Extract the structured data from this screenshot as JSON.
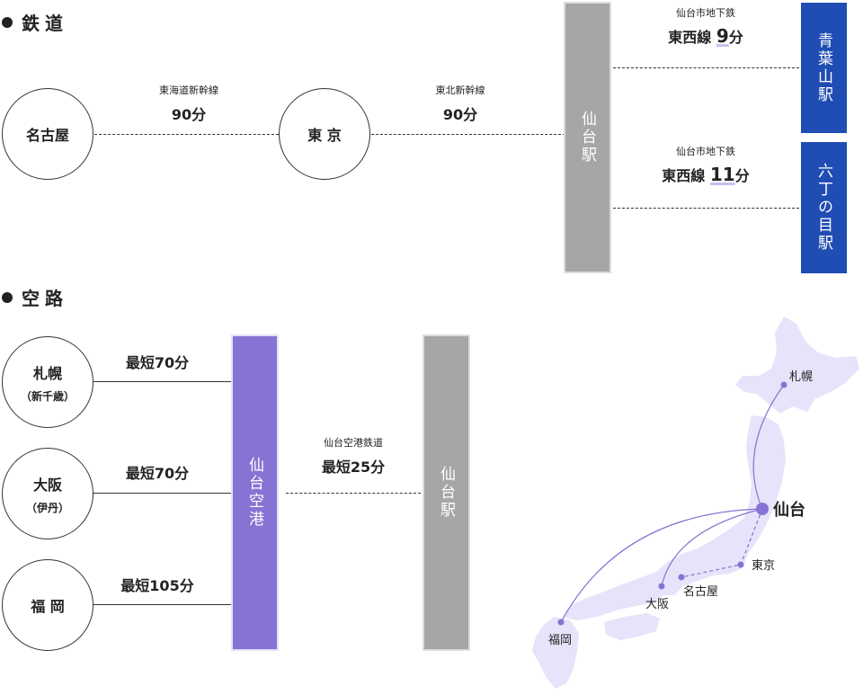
{
  "rail": {
    "title": "鉄道",
    "stations": {
      "nagoya": "名古屋",
      "tokyo": "東 京"
    },
    "seg1": {
      "line": "東海道新幹線",
      "time": "90分"
    },
    "seg2": {
      "line": "東北新幹線",
      "time": "90分"
    },
    "sendai": "仙台駅",
    "sub1": {
      "line": "仙台市地下鉄",
      "name": "東西線",
      "num": "9",
      "unit": "分",
      "dest": "青葉山駅"
    },
    "sub2": {
      "line": "仙台市地下鉄",
      "name": "東西線",
      "num": "11",
      "unit": "分",
      "dest": "六丁の目駅"
    }
  },
  "air": {
    "title": "空路",
    "origins": [
      {
        "name": "札幌",
        "sub": "（新千歳）",
        "time": "最短70分"
      },
      {
        "name": "大阪",
        "sub": "（伊丹）",
        "time": "最短70分"
      },
      {
        "name": "福 岡",
        "sub": "",
        "time": "最短105分"
      }
    ],
    "airport": "仙台空港",
    "link": {
      "line": "仙台空港鉄道",
      "time": "最短25分"
    },
    "station": "仙台駅"
  },
  "map": {
    "sapporo": "札幌",
    "sendai": "仙台",
    "tokyo": "東京",
    "nagoya": "名古屋",
    "osaka": "大阪",
    "fukuoka": "福岡",
    "colors": {
      "land": "#e6e3fa",
      "route": "#8673d3",
      "dot": "#8673d3"
    }
  }
}
